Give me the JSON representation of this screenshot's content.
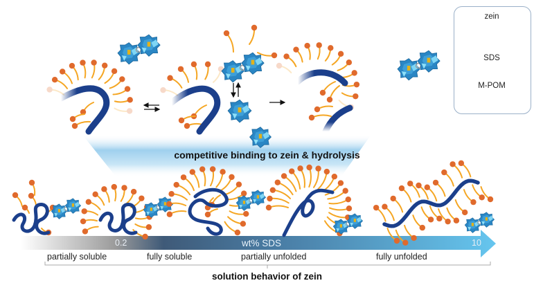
{
  "figure": {
    "banner_text": "competitive binding to zein & hydrolysis",
    "footer_title": "solution behavior of zein",
    "equilibrium_arrow": "reversible (⇄)",
    "forward_arrow": "→",
    "exchange_arrow": "vertical ⇅"
  },
  "axis": {
    "title": "wt% SDS",
    "tick_low": "0.2",
    "tick_high": "10",
    "stages": [
      {
        "label": "partially soluble"
      },
      {
        "label": "fully soluble"
      },
      {
        "label": "partially unfolded"
      },
      {
        "label": "fully unfolded"
      }
    ]
  },
  "legend": {
    "items": [
      {
        "label": "zein",
        "icon": "zein-coil-icon"
      },
      {
        "label": "SDS",
        "icon": "sds-surfactant-icon"
      },
      {
        "label": "M-POM",
        "icon": "m-pom-dimer-icon"
      }
    ]
  },
  "colors": {
    "zein": "#1b3f8b",
    "sds_head": "#e06a2c",
    "sds_tail": "#f5a623",
    "pom": "#2a86c4",
    "pom_core": "#d4a017",
    "arrow_start": "#f4f4f4",
    "arrow_mid": "#3d5877",
    "arrow_end": "#6ccaf0",
    "banner": "#7fc0e6"
  }
}
